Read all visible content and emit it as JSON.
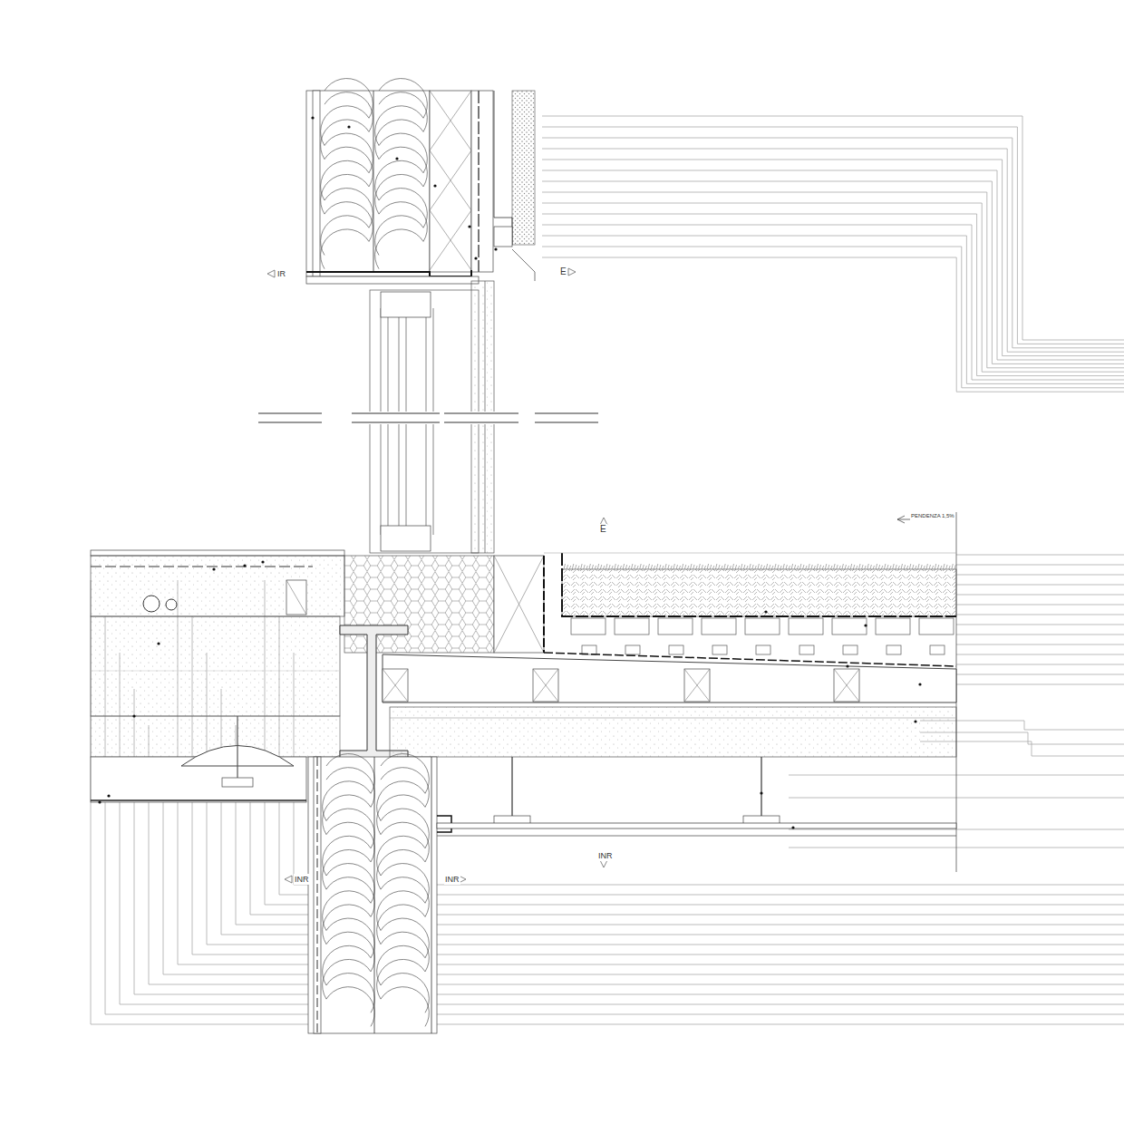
{
  "diagram": {
    "labels": [
      "IR",
      "E",
      "E",
      "PENDENZA 1,5%",
      "INR",
      "INR",
      "INR"
    ]
  }
}
